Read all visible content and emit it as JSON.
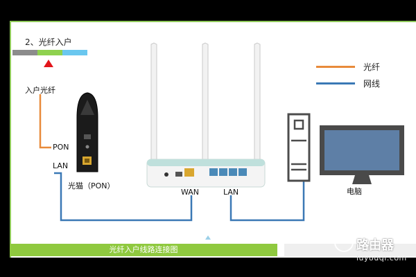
{
  "step": {
    "title": "2、光纤入户"
  },
  "legend": {
    "fiber_label": "光纤",
    "network_label": "网线",
    "fiber_color": "#e88a3a",
    "network_color": "#3a78b5"
  },
  "labels": {
    "fiber_in": "入户光纤",
    "pon": "PON",
    "lan_left": "LAN",
    "modem": "光猫（PON）",
    "wan": "WAN",
    "lan_router": "LAN",
    "computer": "电脑"
  },
  "caption": "光纤入户线路连接图",
  "watermark": {
    "brand": "路由器",
    "domain": "luyouqi.com"
  }
}
